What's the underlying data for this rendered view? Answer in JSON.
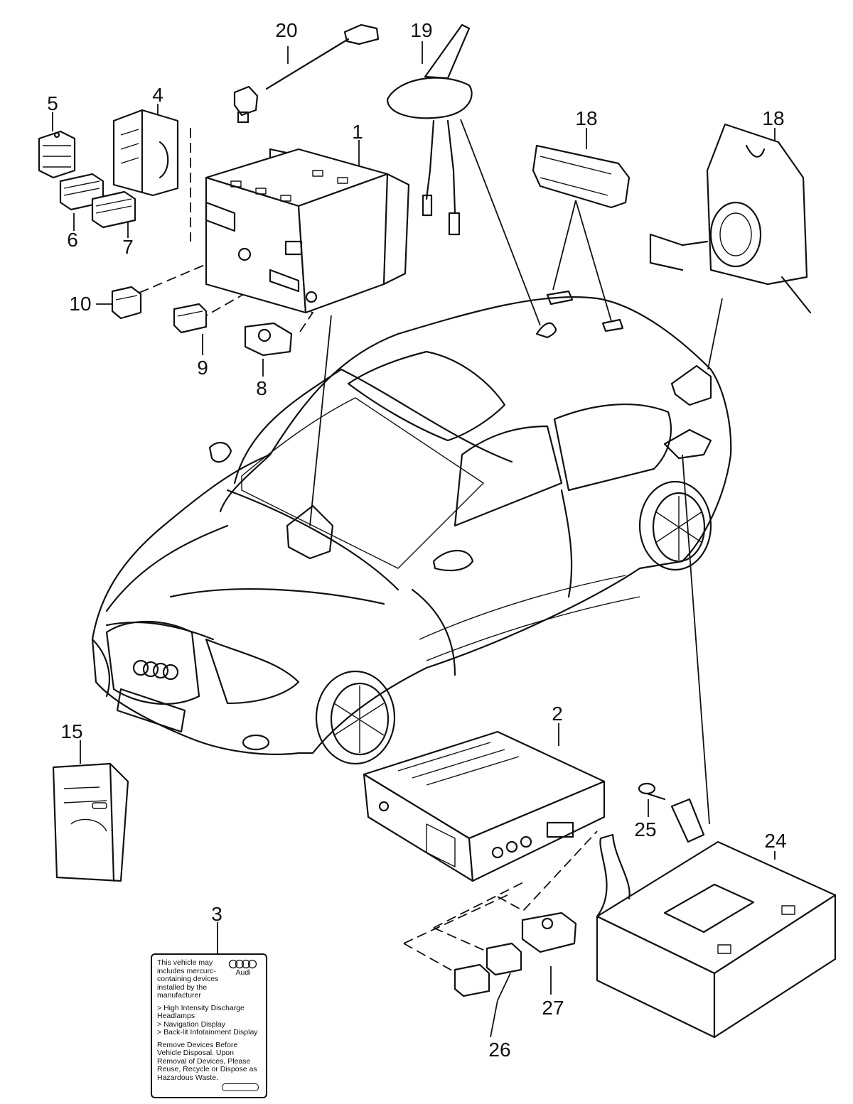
{
  "callouts": {
    "c1": "1",
    "c2": "2",
    "c3": "3",
    "c4": "4",
    "c5": "5",
    "c6": "6",
    "c7": "7",
    "c8": "8",
    "c9": "9",
    "c10": "10",
    "c15": "15",
    "c18a": "18",
    "c18b": "18",
    "c19": "19",
    "c20": "20",
    "c24": "24",
    "c25": "25",
    "c26": "26",
    "c27": "27"
  },
  "warning_label": {
    "brand": "Audi",
    "intro": "This vehicle may includes mercurc-containing devices installed by the manufacturer",
    "items": [
      "High Intensity Discharge Headlamps",
      "Navigation Display",
      "Back-lit Infotainment Display"
    ],
    "footer": "Remove Devices Before Vehicle Disposal. Upon Removal of Devices, Please Reuse, Recycle or Dispose as Hazardous Waste."
  },
  "icons": [
    "audi-rings-logo"
  ]
}
